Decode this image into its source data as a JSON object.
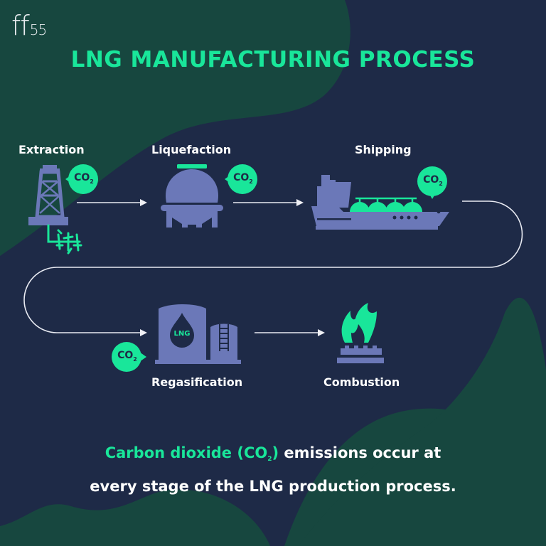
{
  "brand": {
    "logo_main": "ff",
    "logo_num": "55"
  },
  "title": "LNG MANUFACTURING PROCESS",
  "colors": {
    "background": "#1e2a47",
    "blob": "#17473f",
    "accent": "#19e69a",
    "icon": "#6b78b8",
    "text": "#ffffff",
    "co2_text": "#1e2a47"
  },
  "stages": [
    {
      "label": "Extraction",
      "icon": "oil-derrick-icon",
      "emission": "CO2"
    },
    {
      "label": "Liquefaction",
      "icon": "lng-tank-icon",
      "emission": "CO2"
    },
    {
      "label": "Shipping",
      "icon": "lng-carrier-ship-icon",
      "emission": "CO2"
    },
    {
      "label": "Regasification",
      "icon": "storage-tank-icon",
      "emission": "CO2",
      "tank_label": "LNG"
    },
    {
      "label": "Combustion",
      "icon": "gas-flame-icon"
    }
  ],
  "co2_badge": {
    "main": "CO",
    "sub": "2"
  },
  "caption": {
    "accent_part": "Carbon dioxide (CO",
    "accent_sub": "2",
    "accent_close": ")",
    "line1_rest": " emissions occur at",
    "line2": "every stage of the LNG production process."
  }
}
